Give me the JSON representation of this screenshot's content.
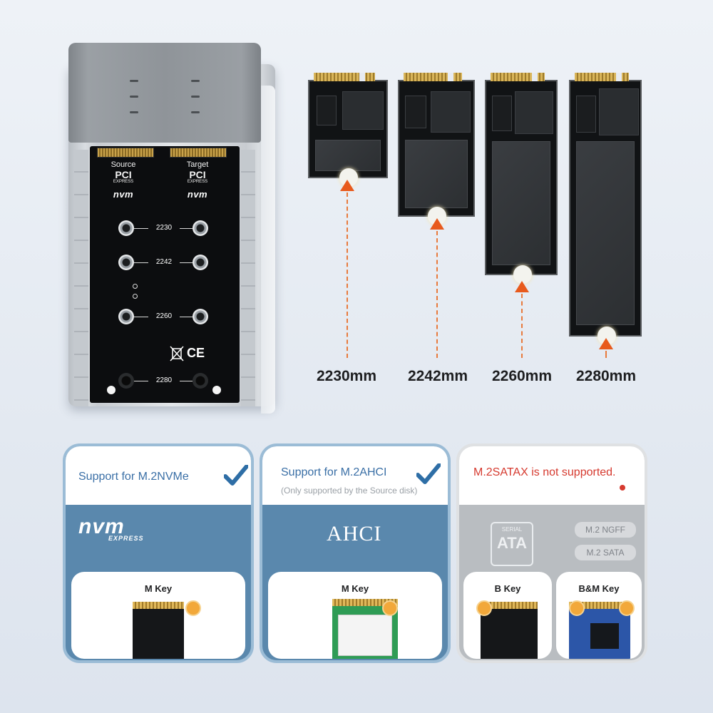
{
  "enclosure": {
    "source_label": "Source",
    "target_label": "Target",
    "pci_label": "PCI",
    "express_label": "EXPRESS",
    "nvm_label": "nvm",
    "sizes": [
      "2230",
      "2242",
      "2260",
      "2280"
    ],
    "ce_mark": "CE"
  },
  "ssd_lengths": [
    {
      "label": "2230mm"
    },
    {
      "label": "2242mm"
    },
    {
      "label": "2260mm"
    },
    {
      "label": "2280mm"
    }
  ],
  "panels": [
    {
      "title": "Support for M.2NVMe",
      "subtitle": "",
      "logo": "nvm",
      "logo_sub": "EXPRESS",
      "key": "M Key"
    },
    {
      "title": "Support for M.2AHCI",
      "subtitle": "(Only supported by the Source disk)",
      "logo": "AHCI",
      "key": "M Key"
    },
    {
      "title": "M.2SATAX is not supported.",
      "sata_logo_top": "SERIAL",
      "sata_logo_main": "ATA",
      "pills": [
        "M.2 NGFF",
        "M.2 SATA"
      ],
      "keys": [
        "B Key",
        "B&M Key"
      ]
    }
  ],
  "colors": {
    "accent_orange": "#e85a1c",
    "panel_blue": "#5a88ad",
    "check_blue": "#2e6ea6",
    "not_supported_red": "#d63a2f"
  }
}
